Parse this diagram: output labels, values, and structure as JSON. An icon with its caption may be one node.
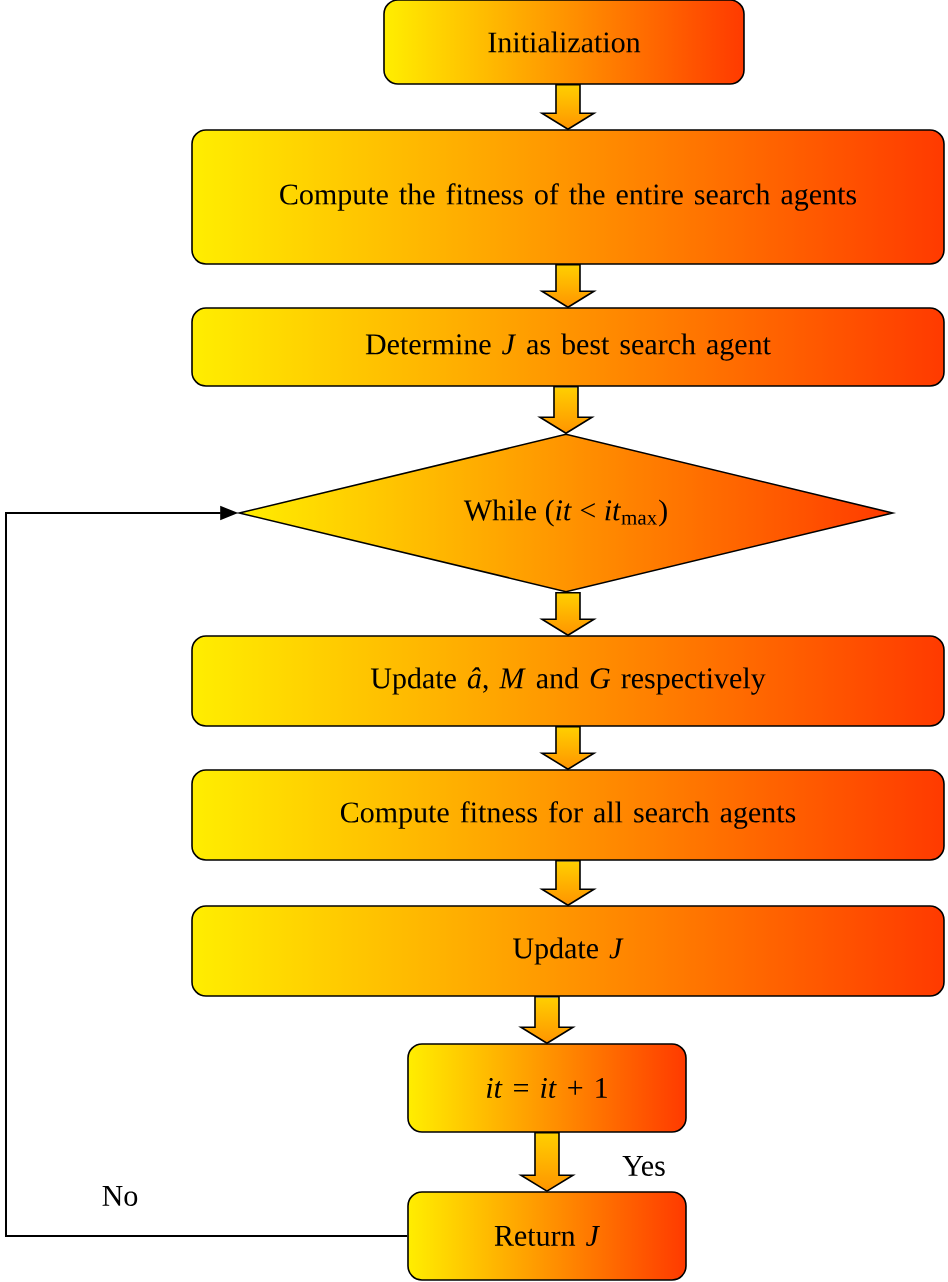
{
  "diagram": {
    "nodes": [
      {
        "text": [
          "Initialization"
        ]
      },
      {
        "text": [
          "Compute the fitness of the entire search agents"
        ]
      },
      {
        "text": [
          "Determine *J* as best search agent"
        ]
      },
      {
        "text": [
          "While (*it* < *it*$_{max}$)"
        ]
      },
      {
        "text": [
          "Update *â*, *M* and *G* respectively"
        ]
      },
      {
        "text": [
          "Compute fitness for all search agents"
        ]
      },
      {
        "text": [
          "Update *J*"
        ]
      },
      {
        "text": [
          "*it* = *it* + 1"
        ]
      },
      {
        "text": [
          "Return *J*"
        ]
      }
    ],
    "edges": [
      {
        "from": 0,
        "to": 1,
        "arrow": "to"
      },
      {
        "from": 1,
        "to": 2,
        "arrow": "to"
      },
      {
        "from": 2,
        "to": 3,
        "arrow": "to"
      },
      {
        "from": 3,
        "to": 4,
        "arrow": "to"
      },
      {
        "from": 4,
        "to": 5,
        "arrow": "to"
      },
      {
        "from": 5,
        "to": 6,
        "arrow": "to"
      },
      {
        "from": 6,
        "to": 7,
        "arrow": "to"
      },
      {
        "from": 7,
        "to": 8,
        "arrow": "to",
        "label": "Yes"
      },
      {
        "from": 8,
        "to": 3,
        "arrow": "to",
        "label": "No"
      }
    ]
  }
}
